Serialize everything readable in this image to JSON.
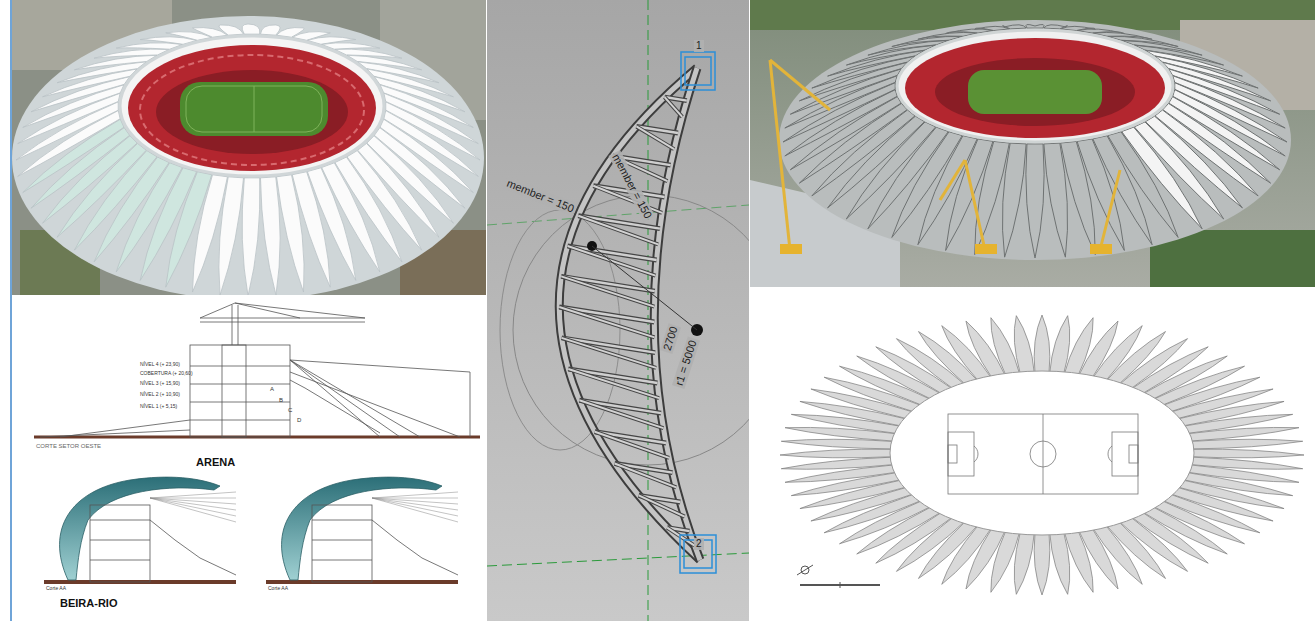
{
  "diagram": {
    "labels": [
      "NÍVEL 4 (+ 23,90)",
      "COBERTURA (+ 20,60)",
      "NÍVEL 3 (+ 15,90)",
      "NÍVEL 2 (+ 10,90)",
      "NÍVEL 1 (+ 5,15)",
      "A",
      "B",
      "C",
      "D",
      "CORTE SETOR OESTE",
      "ARENA",
      "Corte AA",
      "Corte AA",
      "BEIRA-RIO",
      "member = 150",
      "member = 150",
      "2700",
      "r1 = 5000",
      "1",
      "2"
    ]
  }
}
